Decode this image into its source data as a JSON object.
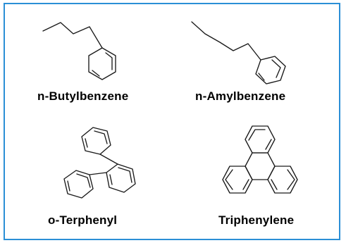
{
  "panel": {
    "border_color": "#2b8fd6"
  },
  "compounds": [
    {
      "name": "n-Butylbenzene"
    },
    {
      "name": "n-Amylbenzene"
    },
    {
      "name": "o-Terphenyl"
    },
    {
      "name": "Triphenylene"
    }
  ]
}
